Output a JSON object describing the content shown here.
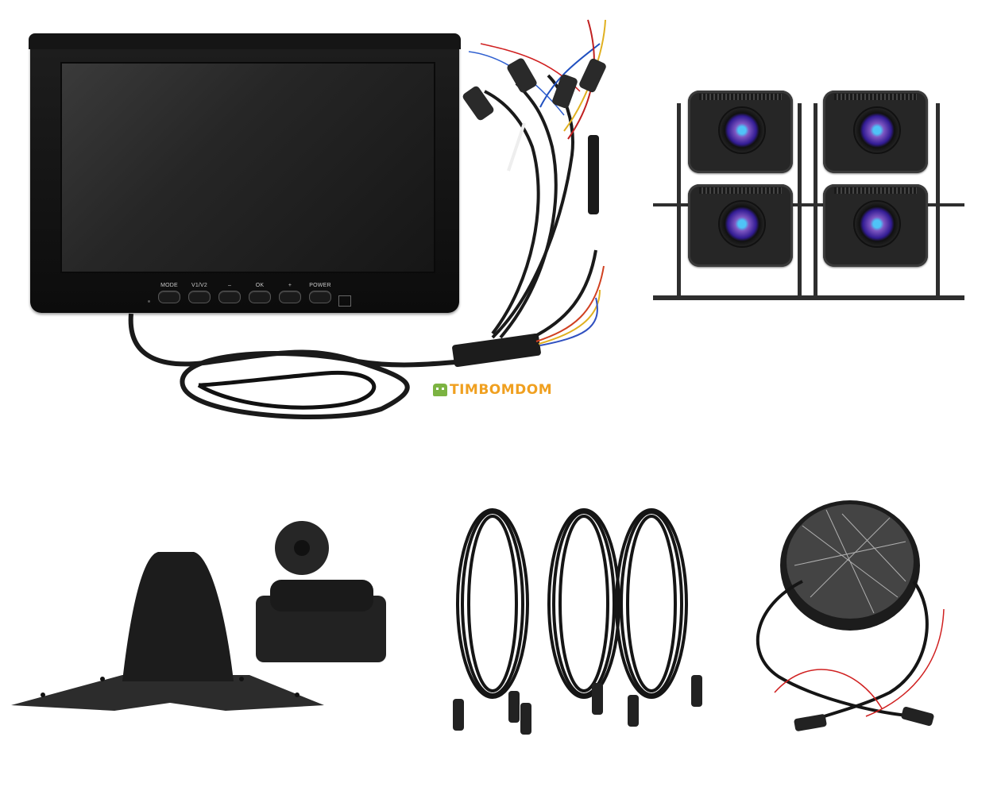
{
  "image": {
    "description": "Product kit photo: 9-inch car monitor with wiring harness, four AHD cameras with brackets, monitor mounting stand, three extension cables and a cable reel",
    "background_color": "#ffffff"
  },
  "monitor": {
    "buttons": [
      {
        "label": "MODE"
      },
      {
        "label": "V1/V2"
      },
      {
        "label": "–"
      },
      {
        "label": "OK"
      },
      {
        "label": "+"
      },
      {
        "label": "POWER"
      }
    ]
  },
  "watermark": {
    "text": "TIMBOMDOM",
    "color": "#f0a020",
    "icon": "android-robot-icon"
  },
  "cameras": {
    "count": 4,
    "lens_colors": [
      "#4fc3f7",
      "#7e57c2",
      "#311b92"
    ]
  },
  "accessories": [
    {
      "name": "monitor-stand"
    },
    {
      "name": "extension-cables",
      "count": 3
    },
    {
      "name": "cable-reel"
    }
  ]
}
